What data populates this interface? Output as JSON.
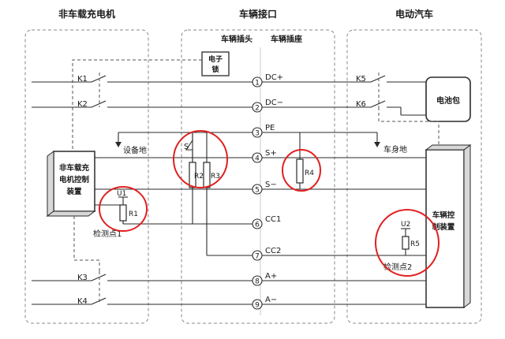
{
  "panels": {
    "charger": "非车载充电机",
    "interface": "车辆接口",
    "ev": "电动汽车",
    "plug": "车辆插头",
    "socket": "车辆插座"
  },
  "lock_label": "电子\n锁",
  "charger_ctrl": "非车载充\n电机控制\n装置",
  "vehicle_ctrl": "车辆控\n制装置",
  "battery": "电池包",
  "pins": [
    {
      "num": "1",
      "name": "DC+"
    },
    {
      "num": "2",
      "name": "DC−"
    },
    {
      "num": "3",
      "name": "PE"
    },
    {
      "num": "4",
      "name": "S+"
    },
    {
      "num": "5",
      "name": "S−"
    },
    {
      "num": "6",
      "name": "CC1"
    },
    {
      "num": "7",
      "name": "CC2"
    },
    {
      "num": "8",
      "name": "A+"
    },
    {
      "num": "9",
      "name": "A−"
    }
  ],
  "switches": {
    "k1": "K1",
    "k2": "K2",
    "k3": "K3",
    "k4": "K4",
    "k5": "K5",
    "k6": "K6",
    "s": "S"
  },
  "resistors": {
    "r1": "R1",
    "r2": "R2",
    "r3": "R3",
    "r4": "R4",
    "r5": "R5"
  },
  "grounds": {
    "equipment": "设备地",
    "body": "车身地"
  },
  "detect": {
    "p1": "检测点1",
    "p2": "检测点2"
  },
  "nodes": {
    "u1": "U1",
    "u2": "U2"
  },
  "colors": {
    "highlight": "#e02020",
    "line": "#2a2a2a",
    "panel": "#8a8a8a"
  }
}
